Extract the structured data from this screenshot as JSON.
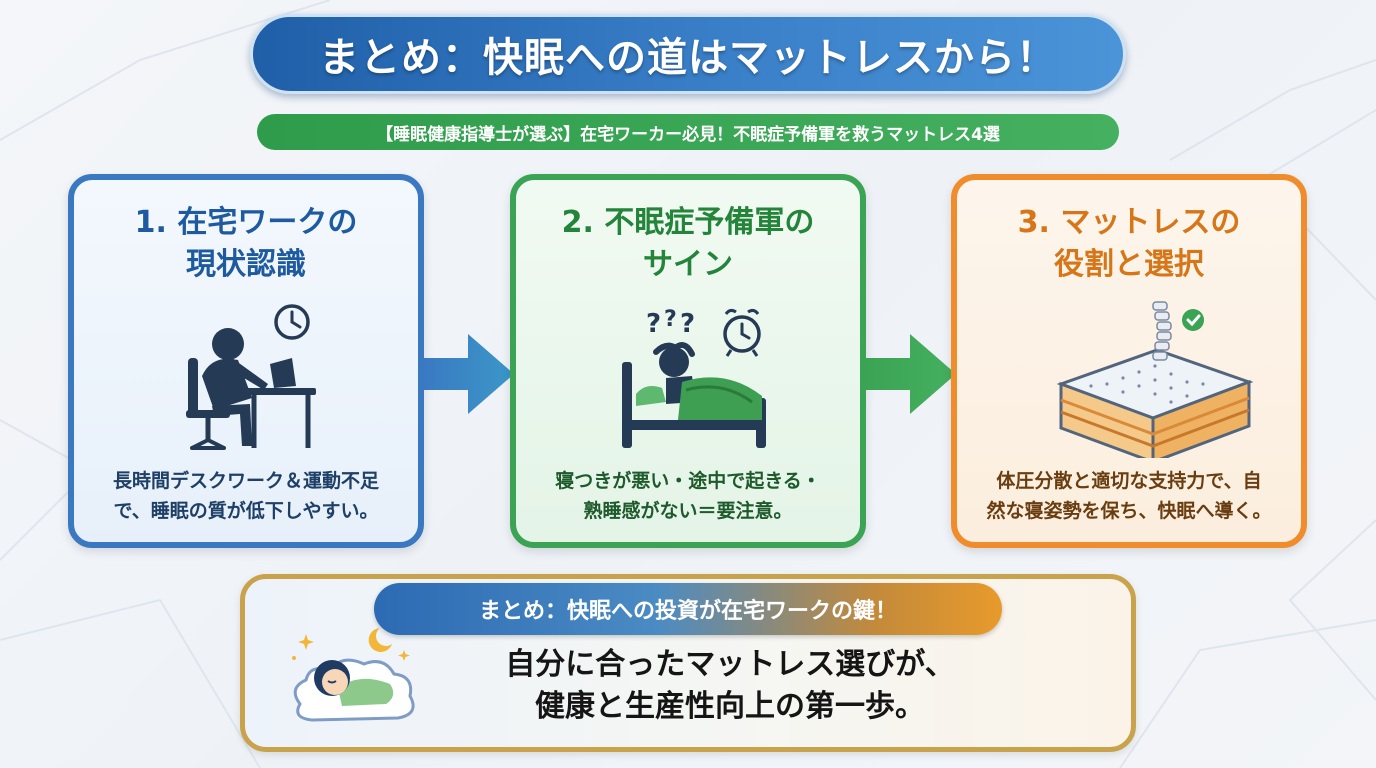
{
  "title": "まとめ：快眠への道はマットレスから！",
  "subtitle": "【睡眠健康指導士が選ぶ】在宅ワーカー必見！不眠症予備軍を救うマットレス4選",
  "colors": {
    "blue": "#3a78c2",
    "green": "#3aa354",
    "orange": "#f08c2b",
    "gold": "#c9a34b"
  },
  "steps": [
    {
      "title_line1": "1. 在宅ワークの",
      "title_line2": "現状認識",
      "desc_line1": "長時間デスクワーク＆運動不足",
      "desc_line2": "で、睡眠の質が低下しやすい。",
      "icon": "desk-worker-clock-icon"
    },
    {
      "title_line1": "2. 不眠症予備軍の",
      "title_line2": "サイン",
      "desc_line1": "寝つきが悪い・途中で起きる・",
      "desc_line2": "熟睡感がない＝要注意。",
      "icon": "sleepless-bed-alarm-icon"
    },
    {
      "title_line1": "3. マットレスの",
      "title_line2": "役割と選択",
      "desc_line1": "体圧分散と適切な支持力で、自",
      "desc_line2": "然な寝姿勢を保ち、快眠へ導く。",
      "icon": "mattress-spine-check-icon"
    }
  ],
  "summary": {
    "heading": "まとめ：快眠への投資が在宅ワークの鍵！",
    "line1": "自分に合ったマットレス選びが、",
    "line2": "健康と生産性向上の第一歩。",
    "icon": "sleeping-on-cloud-icon"
  }
}
